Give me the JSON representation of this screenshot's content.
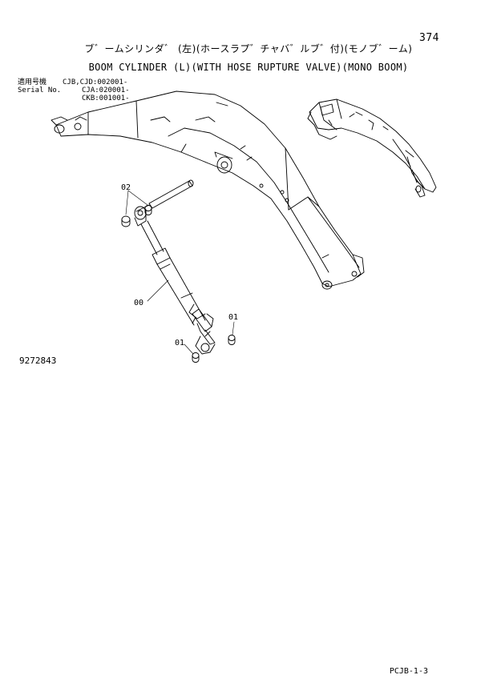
{
  "page_number": "374",
  "title_jp": "ブ゛ームシリンダ゛ (左)(ホースラプ゛チャバ゛ルブ゛付)(モノブ゛ーム)",
  "title_en": "BOOM CYLINDER (L)(WITH HOSE RUPTURE VALVE)(MONO BOOM)",
  "serial": {
    "label_jp": "適用号機",
    "label_en": "Serial No.",
    "rows": [
      {
        "value": "CJB,CJD:002001-"
      },
      {
        "value": "CJA:020001-"
      },
      {
        "value": "CKB:001001-"
      }
    ]
  },
  "callouts": {
    "c02": "02",
    "c00": "00",
    "c01_left": "01",
    "c01_right": "01"
  },
  "doc_code": "9272843",
  "footer_code": "PCJB-1-3"
}
